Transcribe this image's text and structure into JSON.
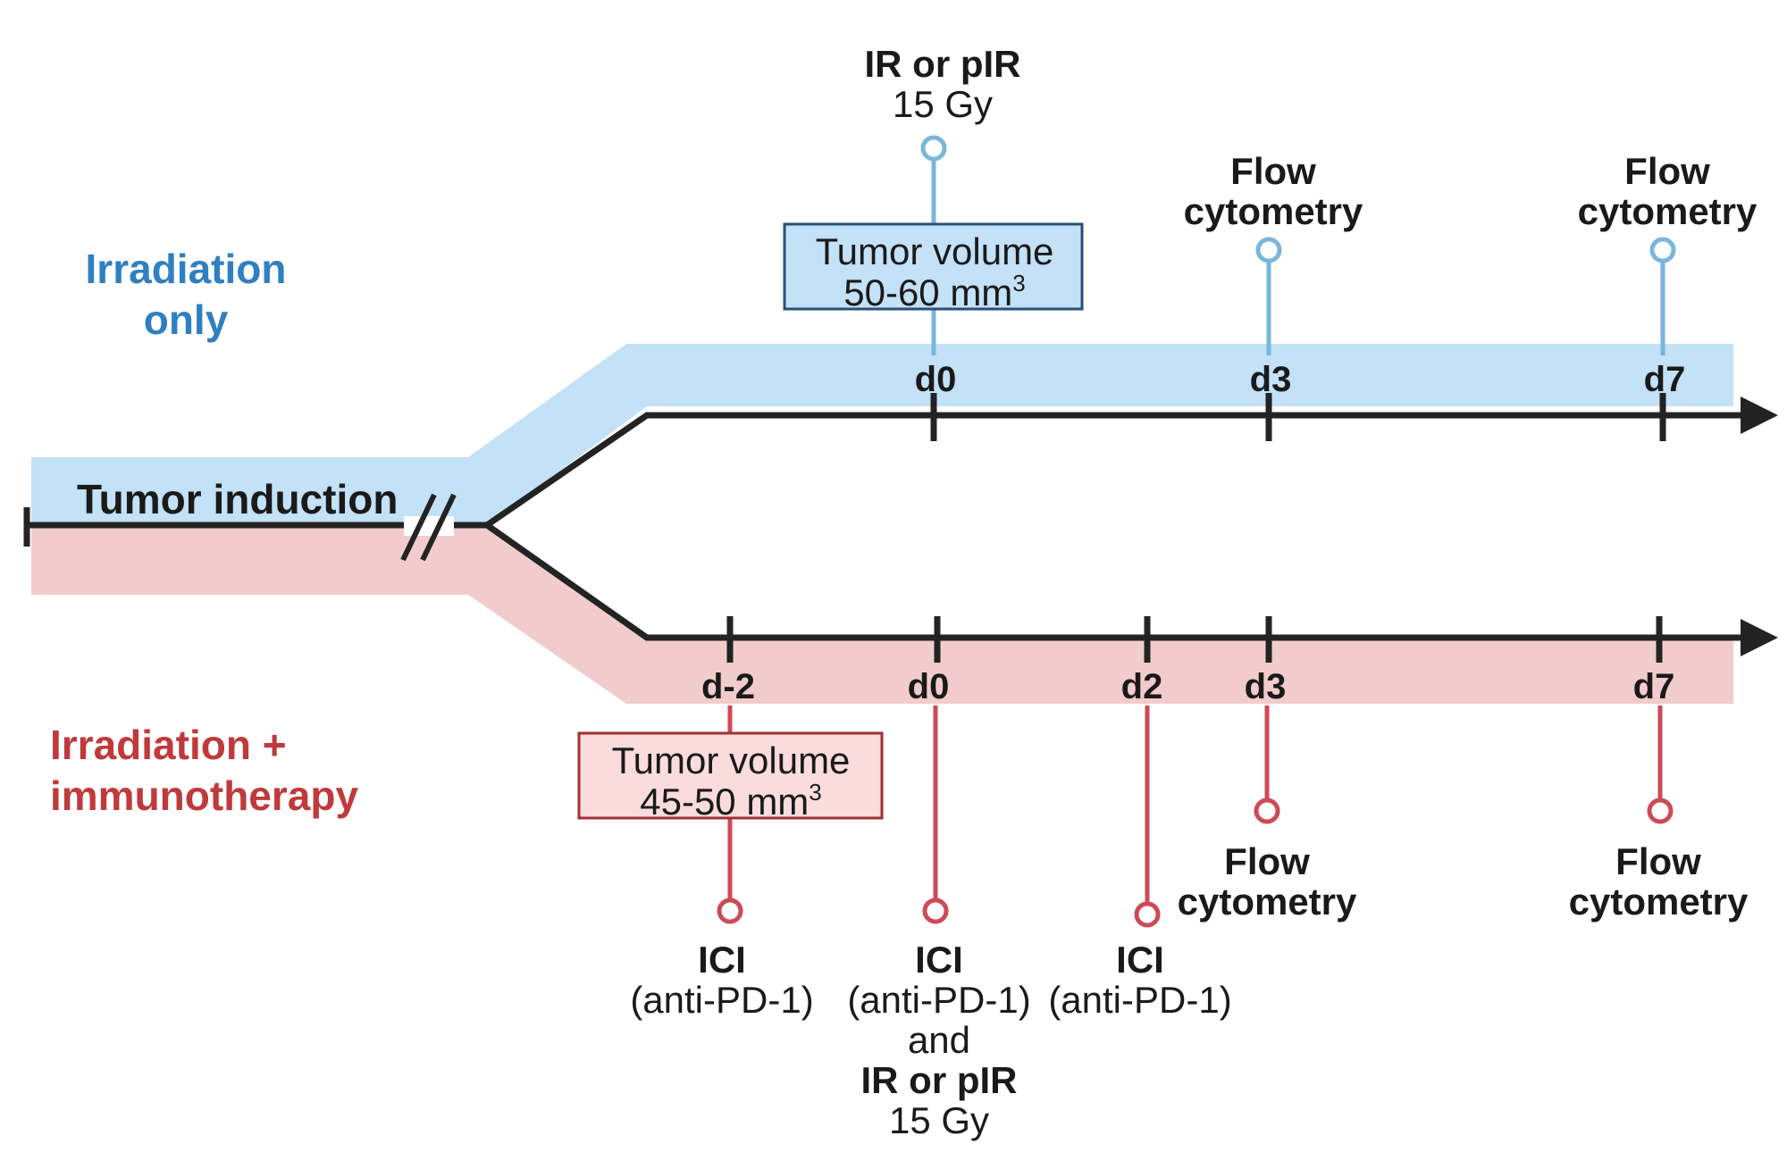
{
  "colors": {
    "blue_band": "#c3e1f7",
    "red_band": "#f2cccc",
    "blue_accent": "#2f7fc1",
    "red_accent": "#c0393b",
    "blue_pin": "#7ab6dc",
    "red_pin": "#cd4a58",
    "axis": "#232323",
    "box_blue_fill": "#c3e1f7",
    "box_blue_border": "#2a4f73",
    "box_red_fill": "#fadcdd",
    "box_red_border": "#a12f35"
  },
  "labels": {
    "tumor_induction": "Tumor induction",
    "irradiation_only_l1": "Irradiation",
    "irradiation_only_l2": "only",
    "irradiation_immuno_l1": "Irradiation +",
    "irradiation_immuno_l2": "immunotherapy"
  },
  "top_timeline": {
    "ticks": [
      "d0",
      "d3",
      "d7"
    ],
    "box": {
      "line1": "Tumor volume",
      "line2": "50-60 mm",
      "sup": "3"
    },
    "events": {
      "d0": {
        "bold": "IR or pIR",
        "normal": "15 Gy"
      },
      "d3": {
        "bold1": "Flow",
        "bold2": "cytometry"
      },
      "d7": {
        "bold1": "Flow",
        "bold2": "cytometry"
      }
    }
  },
  "bottom_timeline": {
    "ticks": [
      "d-2",
      "d0",
      "d2",
      "d3",
      "d7"
    ],
    "box": {
      "line1": "Tumor volume",
      "line2": "45-50 mm",
      "sup": "3"
    },
    "events": {
      "dm2": {
        "bold": "ICI",
        "normal": "(anti-PD-1)"
      },
      "d0": {
        "bold": "ICI",
        "normal": "(anti-PD-1)",
        "and": "and",
        "bold2": "IR or pIR",
        "normal2": "15 Gy"
      },
      "d2": {
        "bold": "ICI",
        "normal": "(anti-PD-1)"
      },
      "d3": {
        "bold1": "Flow",
        "bold2": "cytometry"
      },
      "d7": {
        "bold1": "Flow",
        "bold2": "cytometry"
      }
    }
  }
}
